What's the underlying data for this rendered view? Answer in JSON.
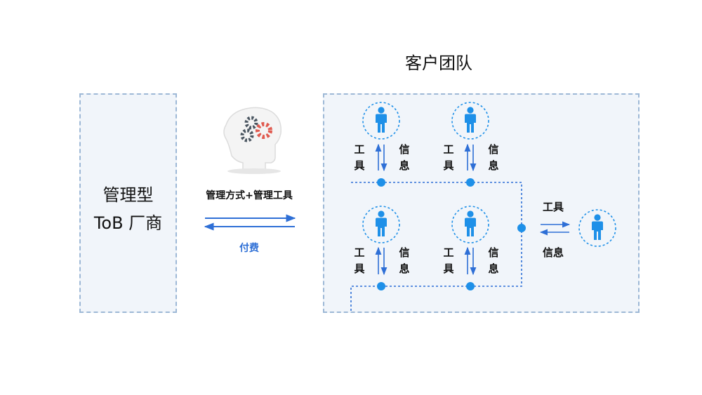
{
  "vendor": {
    "line1": "管理型",
    "line2": "ToB 厂商"
  },
  "team": {
    "title": "客户团队"
  },
  "flow": {
    "caption": "管理方式+管理工具",
    "payment": "付费"
  },
  "member_labels": {
    "tool_char_1": "工",
    "tool_char_2": "具",
    "info_char_1": "信",
    "info_char_2": "息"
  },
  "external_link": {
    "tool": "工具",
    "info": "信息"
  },
  "colors": {
    "accent": "#1e90e8",
    "dashed": "#9db8d6",
    "box_fill": "#f1f5fa",
    "arrow": "#2e6fd6"
  },
  "icons": [
    "brain-gears-icon",
    "person-icon"
  ]
}
